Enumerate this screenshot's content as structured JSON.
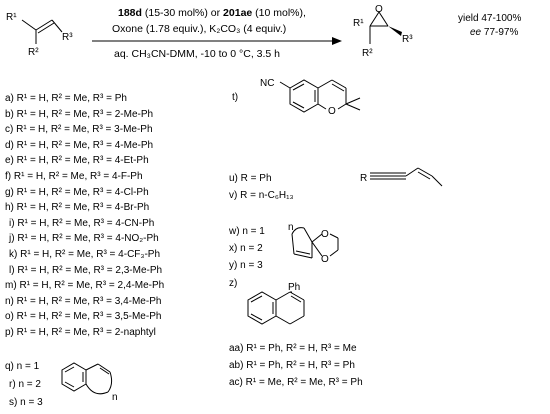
{
  "scheme": {
    "conditions_line1": [
      {
        "text": "188d",
        "bold": true
      },
      {
        "text": " (15-30 mol%) or ",
        "bold": false
      },
      {
        "text": "201ae",
        "bold": true
      },
      {
        "text": " (10 mol%),",
        "bold": false
      }
    ],
    "conditions_line2": "Oxone (1.78 equiv.), K₂CO₃ (4 equiv.)",
    "conditions_line3": "aq. CH₃CN-DMM, -10 to 0 °C, 3.5 h",
    "yield_label": "yield 47-100%",
    "ee_label": "ee 77-97%",
    "substrate_labels": {
      "r1": "R¹",
      "r2": "R²",
      "r3": "R³"
    },
    "product_labels": {
      "r1": "R¹",
      "r2": "R²",
      "r3": "R³",
      "o": "O"
    }
  },
  "left_entries": [
    "a) R¹ = H, R² = Me, R³ = Ph",
    "b) R¹ = H, R² = Me, R³ = 2-Me-Ph",
    "c) R¹ = H, R² = Me, R³ = 3-Me-Ph",
    "d) R¹ = H, R² = Me, R³ = 4-Me-Ph",
    "e) R¹ = H, R² = Me, R³ = 4-Et-Ph",
    "f) R¹ = H, R² = Me, R³ = 4-F-Ph",
    "g) R¹ = H, R² = Me, R³ = 4-Cl-Ph",
    "h) R¹ = H, R² = Me, R³ = 4-Br-Ph",
    "i) R¹ = H, R² = Me, R³ = 4-CN-Ph",
    "j) R¹ = H, R² = Me, R³ = 4-NO₂-Ph",
    "k) R¹ = H, R² = Me, R³ = 4-CF₃-Ph",
    "l) R¹ = H, R² = Me, R³ =  2,3-Me-Ph",
    "m) R¹ = H, R² = Me, R³ = 2,4-Me-Ph",
    "n) R¹ = H, R² = Me, R³ = 3,4-Me-Ph",
    "o) R¹ = H, R² = Me, R³ = 3,5-Me-Ph",
    "p) R¹ = H, R² = Me, R³ = 2-naphtyl"
  ],
  "indene_entries": [
    "q) n = 1",
    "r) n = 2",
    "s) n = 3"
  ],
  "indene_n_label": "n",
  "chromene_entry": "t)",
  "chromene_nc_label": "NC",
  "enyne_entries": [
    "u) R = Ph",
    "v) R = n-C₆H₁₃"
  ],
  "enyne_r_label": "R",
  "ketal_entries": [
    "w) n = 1",
    "x) n = 2",
    "y) n = 3"
  ],
  "ketal_n_label": "n",
  "dihydronaph_entry": "z)",
  "dihydronaph_ph_label": "Ph",
  "right_entries": [
    "aa) R¹ = Ph, R² = H, R³ = Me",
    "ab) R¹ = Ph, R² = H, R³ = Ph",
    "ac) R¹ = Me, R² = Me, R³ = Ph"
  ]
}
